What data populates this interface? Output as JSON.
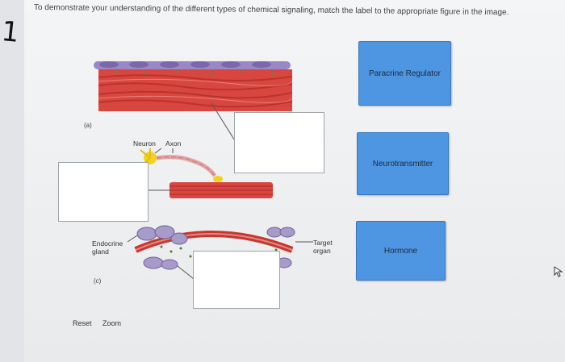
{
  "instruction": "To demonstrate your understanding of the different types of chemical signaling, match the label to the appropriate figure in the image.",
  "side_mark": "1",
  "figure": {
    "label_a": "(a)",
    "label_c": "(c)",
    "neuron_label": "Neuron",
    "axon_label": "Axon",
    "endocrine_label_1": "Endocrine",
    "endocrine_label_2": "gland",
    "target_label_1": "Target",
    "target_label_2": "organ"
  },
  "answer_tiles": [
    {
      "label": "Paracrine Regulator"
    },
    {
      "label": "Neurotransmitter"
    },
    {
      "label": "Hormone"
    }
  ],
  "toolbar": {
    "reset_label": "Reset",
    "zoom_label": "Zoom"
  },
  "colors": {
    "tile_blue": "#4e95e2",
    "muscle_red": "#d8473f",
    "vessel_red": "#c8362f",
    "neuron_yellow": "#f2d21e",
    "cell_purple": "#9a88c4"
  }
}
